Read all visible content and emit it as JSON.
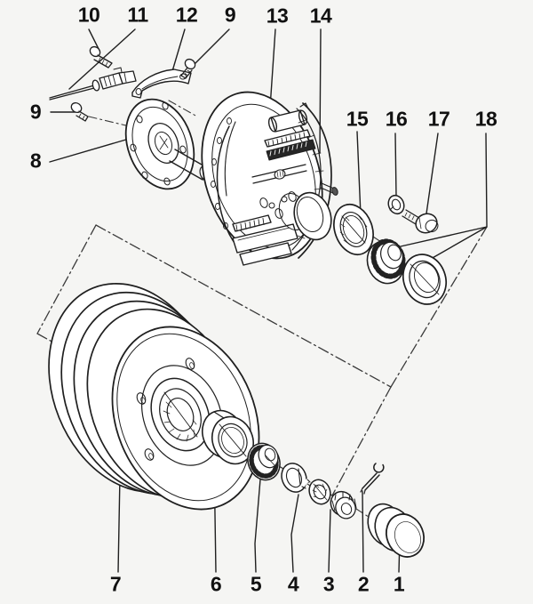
{
  "figure": {
    "kind": "exploded-parts-diagram",
    "subject": "rear brake drum, hub bearing and backing plate assembly",
    "background_color": "#f5f5f3",
    "line_color": "#1f1f1f"
  },
  "callouts": {
    "c10": "10",
    "c11": "11",
    "c12": "12",
    "c9a": "9",
    "c13": "13",
    "c14": "14",
    "c9b": "9",
    "c8": "8",
    "c15": "15",
    "c16": "16",
    "c17": "17",
    "c18": "18",
    "c7": "7",
    "c6": "6",
    "c5": "5",
    "c4": "4",
    "c3": "3",
    "c2": "2",
    "c1": "1"
  }
}
